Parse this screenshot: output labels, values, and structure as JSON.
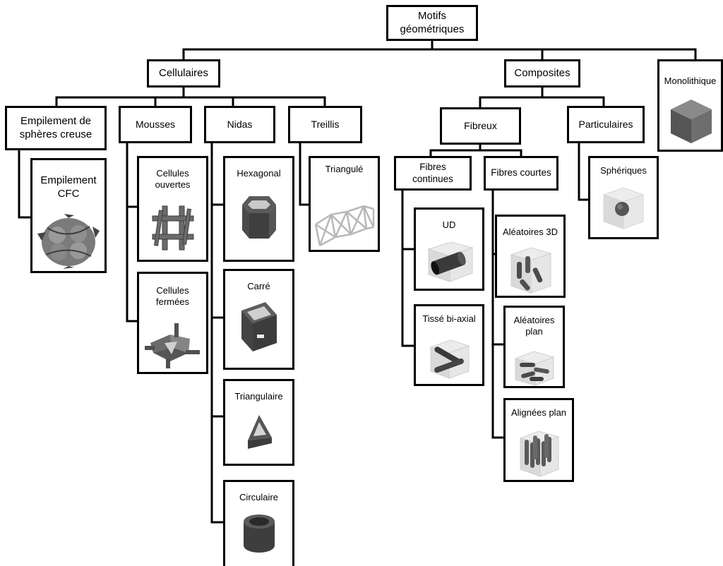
{
  "diagram": {
    "root": "Motifs\ngéométriques",
    "cellulaires": "Cellulaires",
    "composites": "Composites",
    "monolithique": "Monolithique",
    "empilement": "Empilement de\nsphères creuse",
    "mousses": "Mousses",
    "nidas": "Nidas",
    "treillis": "Treillis",
    "fibreux": "Fibreux",
    "particulaires": "Particulaires",
    "fibres_continues": "Fibres\ncontinues",
    "fibres_courtes": "Fibres courtes"
  },
  "leaves": {
    "empilement_cfc": "Empilement\nCFC",
    "cellules_ouvertes": "Cellules\nouvertes",
    "cellules_fermees": "Cellules\nfermées",
    "hexagonal": "Hexagonal",
    "carre": "Carré",
    "triangulaire": "Triangulaire",
    "circulaire": "Circulaire",
    "triangule": "Triangulé",
    "ud": "UD",
    "tisse_biaxial": "Tissé bi-axial",
    "aleatoires_3d": "Aléatoires 3D",
    "aleatoires_plan": "Aléatoires\nplan",
    "alignees_plan": "Alignées plan",
    "spheriques": "Sphériques"
  },
  "icons": {
    "monolithique": "solid-cube-icon",
    "empilement_cfc": "sphere-stack-icon",
    "cellules_ouvertes": "open-cell-foam-icon",
    "cellules_fermees": "closed-cell-foam-icon",
    "hexagonal": "hexagonal-honeycomb-icon",
    "carre": "square-honeycomb-icon",
    "triangulaire": "triangular-honeycomb-icon",
    "circulaire": "circular-tube-icon",
    "triangule": "truss-lattice-icon",
    "ud": "unidirectional-fiber-icon",
    "tisse_biaxial": "biaxial-woven-fiber-icon",
    "aleatoires_3d": "random-3d-fibers-icon",
    "aleatoires_plan": "random-plane-fibers-icon",
    "alignees_plan": "aligned-plane-fibers-icon",
    "spheriques": "spherical-particle-icon"
  }
}
